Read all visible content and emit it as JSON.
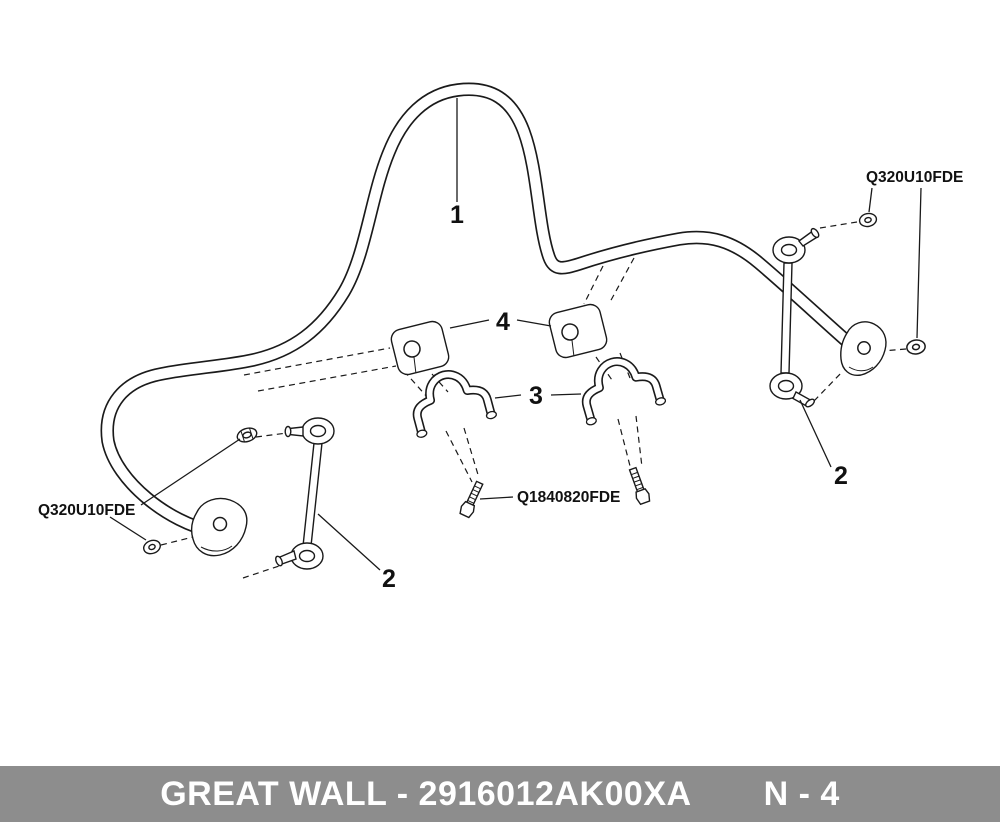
{
  "diagram": {
    "title": "Stabilizer bar assembly exploded parts diagram",
    "callouts": {
      "stabilizer_bar": "1",
      "stabilizer_link_left": "2",
      "stabilizer_link_right": "2",
      "clamp": "3",
      "bushing": "4"
    },
    "part_labels": {
      "washer_left": "Q320U10FDE",
      "washer_right": "Q320U10FDE",
      "bolt": "Q1840820FDE"
    },
    "line_color": "#1a1a1a",
    "background": "#ffffff"
  },
  "footer": {
    "text": "GREAT WALL - 2916012AK00XA",
    "page_ref": "N - 4",
    "background": "#8d8d8d",
    "text_color": "#ffffff"
  }
}
